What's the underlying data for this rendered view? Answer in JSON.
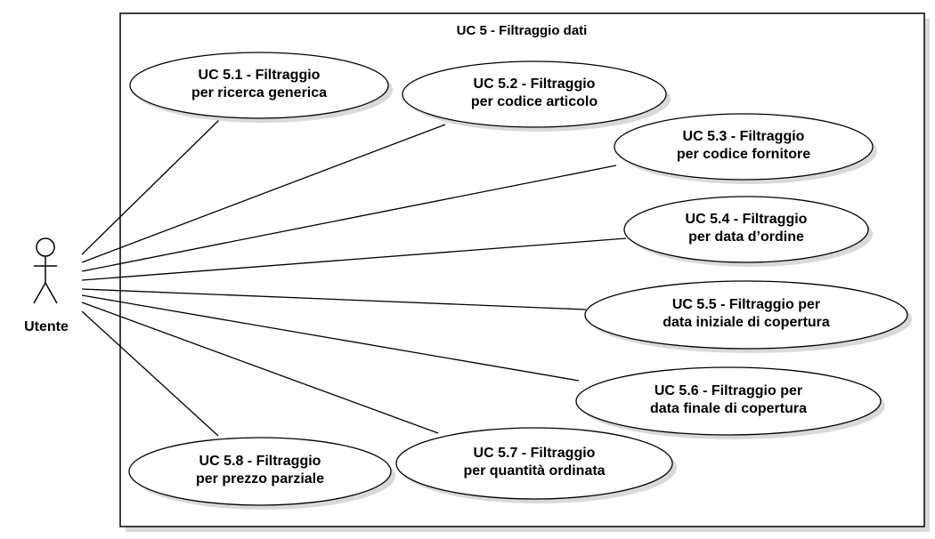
{
  "system": {
    "title": "UC 5 - Filtraggio dati"
  },
  "actor": {
    "name": "Utente"
  },
  "use_cases": [
    {
      "id": "uc-5-1",
      "line1": "UC 5.1 - Filtraggio",
      "line2": "per ricerca generica"
    },
    {
      "id": "uc-5-2",
      "line1": "UC 5.2 - Filtraggio",
      "line2": "per codice articolo"
    },
    {
      "id": "uc-5-3",
      "line1": "UC 5.3 - Filtraggio",
      "line2": "per codice fornitore"
    },
    {
      "id": "uc-5-4",
      "line1": "UC 5.4 - Filtraggio",
      "line2": "per data d’ordine"
    },
    {
      "id": "uc-5-5",
      "line1": "UC 5.5 - Filtraggio per",
      "line2": "data iniziale di copertura"
    },
    {
      "id": "uc-5-6",
      "line1": "UC 5.6 - Filtraggio per",
      "line2": "data finale di copertura"
    },
    {
      "id": "uc-5-7",
      "line1": "UC 5.7 - Filtraggio",
      "line2": "per quantità ordinata"
    },
    {
      "id": "uc-5-8",
      "line1": "UC 5.8 - Filtraggio",
      "line2": "per prezzo parziale"
    }
  ],
  "colors": {
    "stroke": "#000000",
    "fill": "#ffffff",
    "shadow": "#d9d9d9"
  }
}
